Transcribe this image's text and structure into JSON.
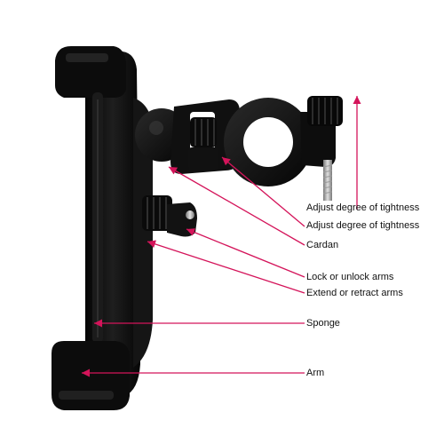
{
  "callouts": [
    {
      "id": "tightness-top",
      "text": "Adjust degree of tightness"
    },
    {
      "id": "tightness-bottom",
      "text": "Adjust degree of tightness"
    },
    {
      "id": "cardan",
      "text": "Cardan"
    },
    {
      "id": "lock-arms",
      "text": "Lock  or unlock arms"
    },
    {
      "id": "extend-arms",
      "text": "Extend or retract arms"
    },
    {
      "id": "sponge",
      "text": "Sponge"
    },
    {
      "id": "arm",
      "text": "Arm"
    }
  ],
  "colors": {
    "arrow": "#d4145a",
    "product": "#0c0c0c",
    "product_highlight": "#2a2a2a",
    "background": "#ffffff",
    "label_text": "#111111"
  },
  "product": {
    "name": "phone-holder-bike-mount"
  }
}
